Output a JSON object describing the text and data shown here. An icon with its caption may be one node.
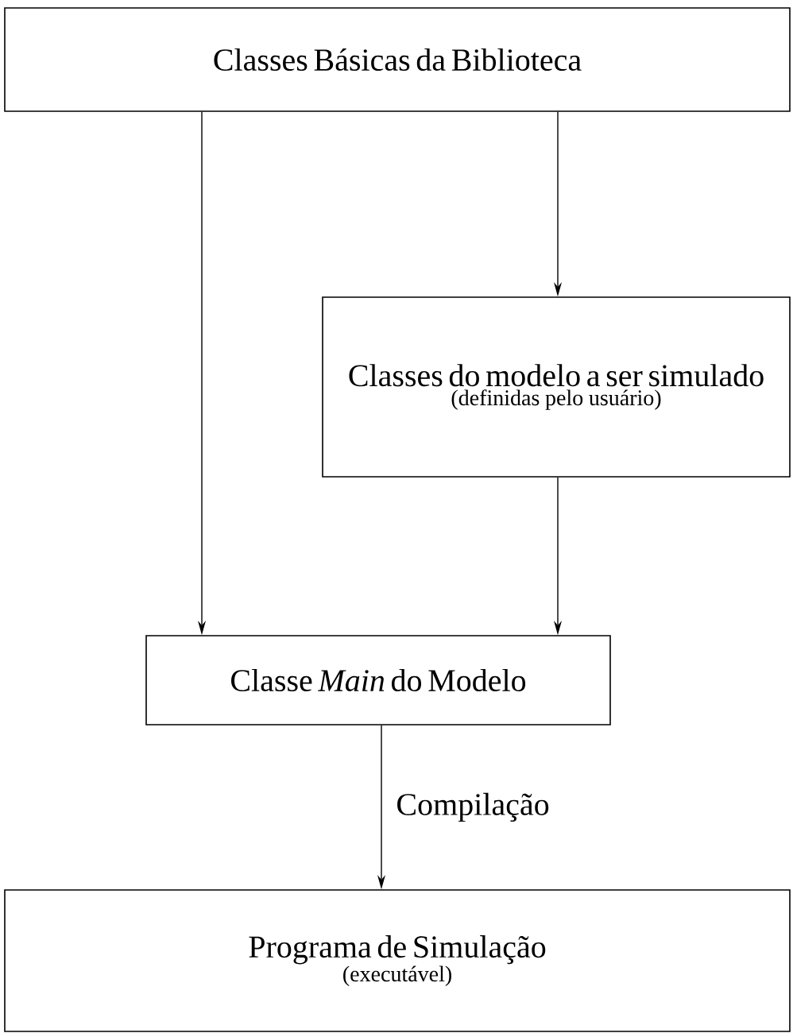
{
  "diagram": {
    "nodes": [
      {
        "text": [
          "Classes Básicas da Biblioteca"
        ]
      },
      {
        "text": [
          "Classes do modelo a ser simulado",
          "(definidas pelo usuário)"
        ]
      },
      {
        "text": [
          "Classe *Main* do Modelo"
        ]
      },
      {
        "text": [
          "Programa de Simulação",
          "(executável)"
        ]
      }
    ],
    "edges": [
      {
        "from": 0,
        "to": 2,
        "arrow": "to"
      },
      {
        "from": 0,
        "to": 1,
        "arrow": "to"
      },
      {
        "from": 1,
        "to": 2,
        "arrow": "to"
      },
      {
        "from": 2,
        "to": 3,
        "arrow": "to",
        "label": "Compilação"
      }
    ]
  }
}
